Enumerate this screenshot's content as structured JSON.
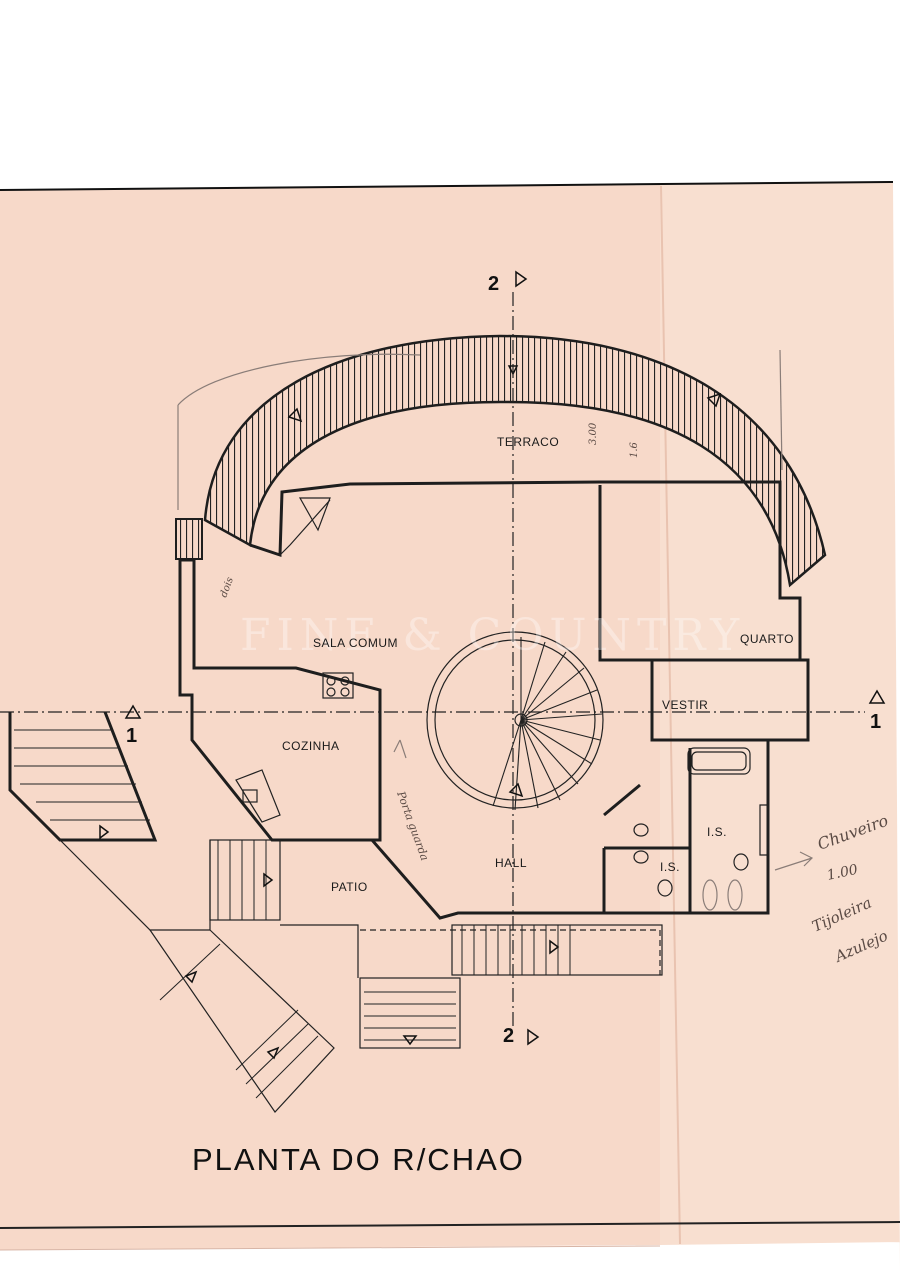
{
  "plan": {
    "title": "PLANTA DO R/CHAO",
    "watermark": "FINE & COUNTRY",
    "rooms": {
      "terraco": "TERRACO",
      "sala_comum": "SALA COMUM",
      "quarto": "QUARTO",
      "vestir": "VESTIR",
      "cozinha": "COZINHA",
      "patio": "PATIO",
      "hall": "HALL",
      "is_large": "I.S.",
      "is_small": "I.S."
    },
    "section_marks": {
      "top": "2",
      "bottom": "2",
      "left": "1",
      "right": "1"
    },
    "handwritten": {
      "chuveiro": "Chuveiro",
      "chuveiro_size": "1.00",
      "tijoleira": "Tijoleira",
      "azulejo": "Azulejo",
      "porta_guarda": "Porta guarda",
      "sala_note": "dois",
      "terrace_dim_1": "3.00",
      "terrace_dim_2": "1.6"
    }
  },
  "colors": {
    "paper": "#f7d9c9",
    "paper_right": "#f8dfd0",
    "ink": "#1e1e1e",
    "pencil": "#8a7d78"
  }
}
